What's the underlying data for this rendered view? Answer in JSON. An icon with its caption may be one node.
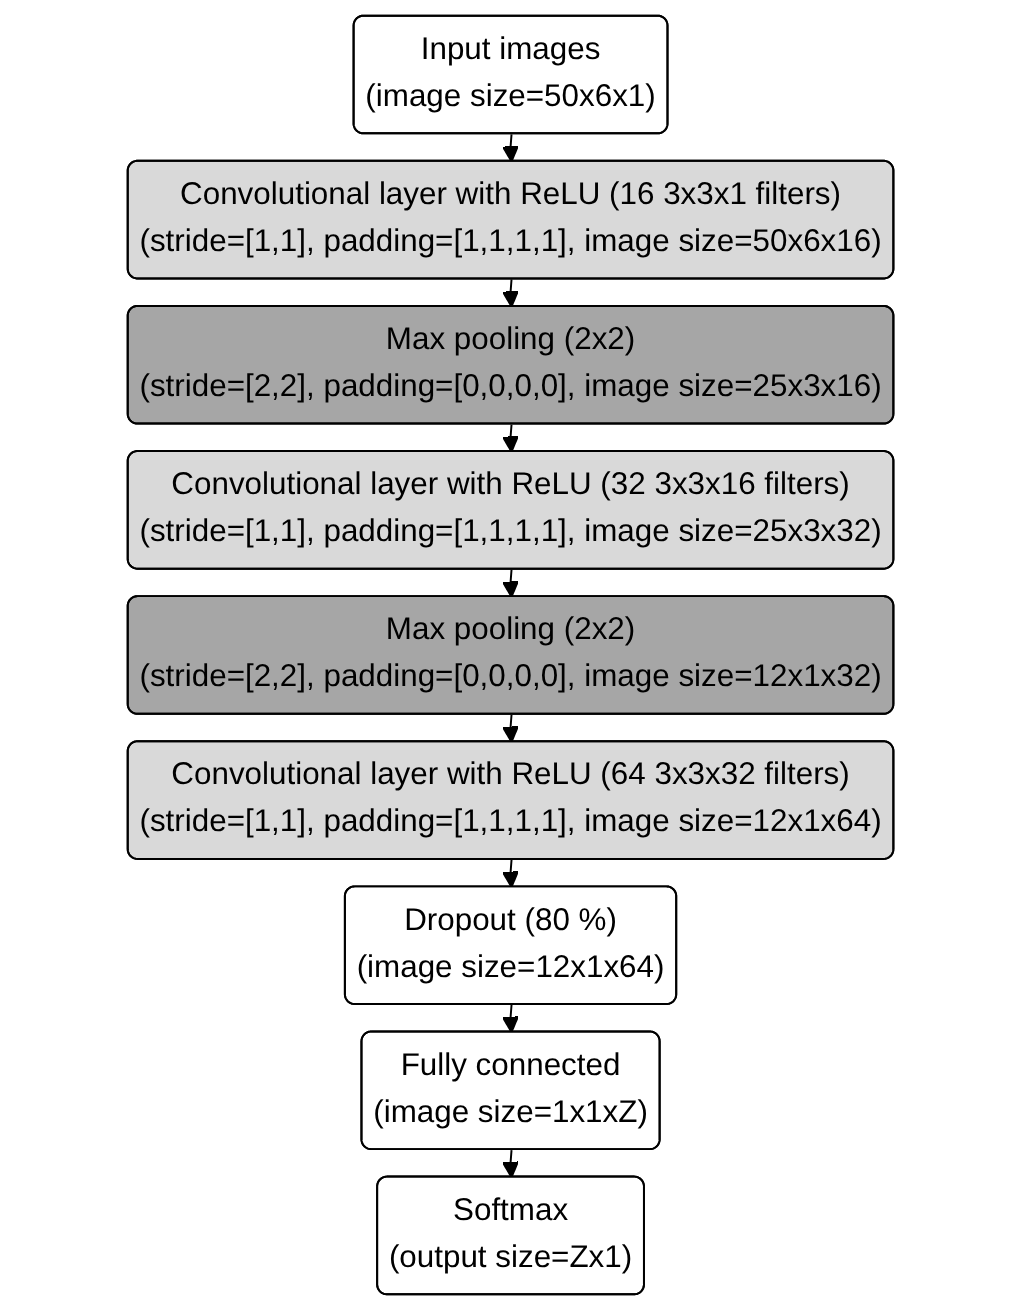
{
  "diagram": {
    "nodes": [
      {
        "text": [
          "Input images",
          "(image size=50x6x1)"
        ]
      },
      {
        "text": [
          "Convolutional layer with ReLU (16 3x3x1 filters)",
          "(stride=[1,1], padding=[1,1,1,1], image size=50x6x16)"
        ]
      },
      {
        "text": [
          "Max pooling (2x2)",
          "(stride=[2,2], padding=[0,0,0,0], image size=25x3x16)"
        ]
      },
      {
        "text": [
          "Convolutional layer with ReLU (32 3x3x16 filters)",
          "(stride=[1,1], padding=[1,1,1,1], image size=25x3x32)"
        ]
      },
      {
        "text": [
          "Max pooling (2x2)",
          "(stride=[2,2], padding=[0,0,0,0], image size=12x1x32)"
        ]
      },
      {
        "text": [
          "Convolutional layer with ReLU (64 3x3x32 filters)",
          "(stride=[1,1], padding=[1,1,1,1], image size=12x1x64)"
        ]
      },
      {
        "text": [
          "Dropout (80 %)",
          "(image size=12x1x64)"
        ]
      },
      {
        "text": [
          "Fully connected",
          "(image size=1x1xZ)"
        ]
      },
      {
        "text": [
          "Softmax",
          "(output size=Zx1)"
        ]
      }
    ],
    "edges": [
      {
        "from": 0,
        "to": 1,
        "arrow": "to"
      },
      {
        "from": 1,
        "to": 2,
        "arrow": "to"
      },
      {
        "from": 2,
        "to": 3,
        "arrow": "to"
      },
      {
        "from": 3,
        "to": 4,
        "arrow": "to"
      },
      {
        "from": 4,
        "to": 5,
        "arrow": "to"
      },
      {
        "from": 5,
        "to": 6,
        "arrow": "to"
      },
      {
        "from": 6,
        "to": 7,
        "arrow": "to"
      },
      {
        "from": 7,
        "to": 8,
        "arrow": "to"
      }
    ]
  }
}
